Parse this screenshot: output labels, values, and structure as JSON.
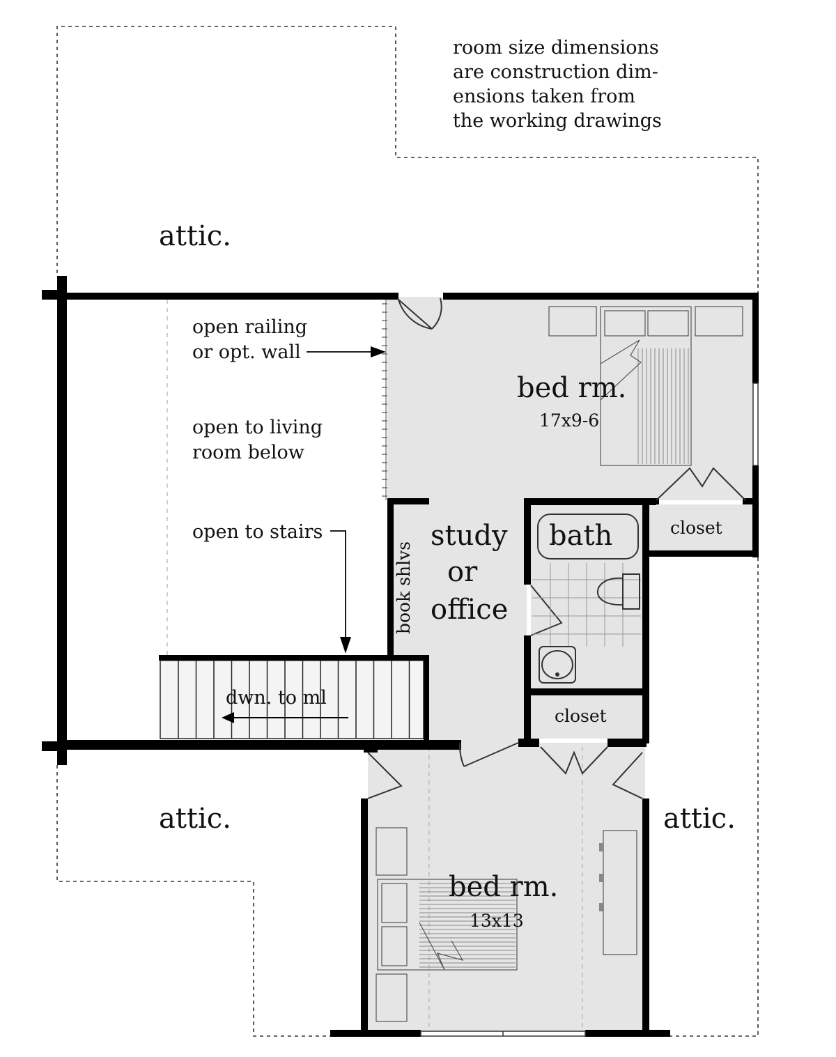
{
  "notes": {
    "line1": "room size dimensions",
    "line2": "are construction dim-",
    "line3": "ensions taken from",
    "line4": "the working drawings"
  },
  "labels": {
    "attic_top": "attic.",
    "attic_bottom_left": "attic.",
    "attic_bottom_right": "attic.",
    "railing_line1": "open railing",
    "railing_line2": "or opt. wall",
    "open_living_line1": "open to living",
    "open_living_line2": "room below",
    "open_stairs": "open to stairs",
    "stairs_down": "dwn. to ml",
    "book_shelves": "book shlvs",
    "study_line1": "study",
    "study_line2": "or",
    "study_line3": "office",
    "bath": "bath",
    "closet_bed1": "closet",
    "closet_hall": "closet"
  },
  "rooms": {
    "bed1": {
      "name": "bed rm.",
      "size": "17x9-6"
    },
    "bed2": {
      "name": "bed rm.",
      "size": "13x13"
    }
  }
}
